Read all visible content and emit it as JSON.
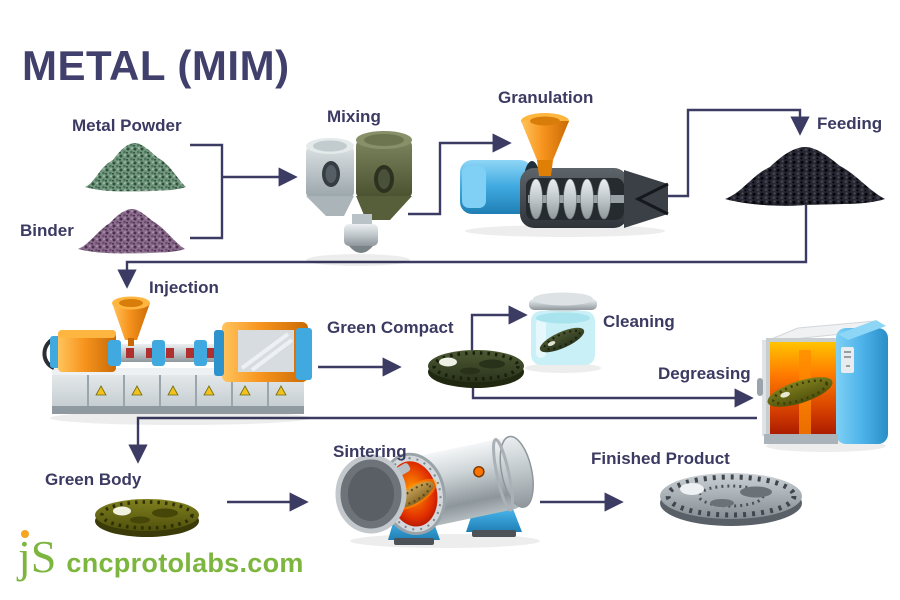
{
  "title": "METAL (MIM)",
  "labels": {
    "metal_powder": "Metal Powder",
    "binder": "Binder",
    "mixing": "Mixing",
    "granulation": "Granulation",
    "feeding": "Feeding",
    "injection": "Injection",
    "green_compact": "Green Compact",
    "cleaning": "Cleaning",
    "degreasing": "Degreasing",
    "green_body": "Green Body",
    "sintering": "Sintering",
    "finished_product": "Finished Product"
  },
  "process_flow": [
    "Metal Powder",
    "Binder",
    "Mixing",
    "Granulation",
    "Feeding",
    "Injection",
    "Green Compact",
    "Cleaning",
    "Degreasing",
    "Green Body",
    "Sintering",
    "Finished Product"
  ],
  "illustrations": {
    "metal_powder_pile": "green speckled powder pile",
    "binder_pile": "purple speckled powder pile",
    "mixer": "twin hopper mixer with nozzle",
    "granulator": "screw extruder with orange funnel and blue collar",
    "feeding_pile": "black granulate pile",
    "injection_machine": "orange and blue injection molding machine",
    "green_compact_part": "dark green gear disc",
    "cleaning_jar": "jar with cyan cleaning fluid and part",
    "degreasing_oven": "blue oven with glowing orange chamber",
    "green_body_part": "olive gear disc",
    "sintering_furnace": "tube furnace with open door and glowing part",
    "finished_part": "metallic gray gear disc"
  },
  "colors": {
    "text_navy": "#3c3b63",
    "line_navy": "#3c3b63",
    "machine_orange": "#f7941e",
    "machine_blue": "#3fa9e0",
    "powder_green": "#72987f",
    "powder_purple": "#8a6c8c",
    "powder_black": "#262631",
    "furnace_glow": "#ff7a00",
    "logo_green": "#7db63e",
    "logo_dot_orange": "#f7a421"
  },
  "logo": {
    "mark": "jS",
    "site": "cncprotolabs.com"
  }
}
